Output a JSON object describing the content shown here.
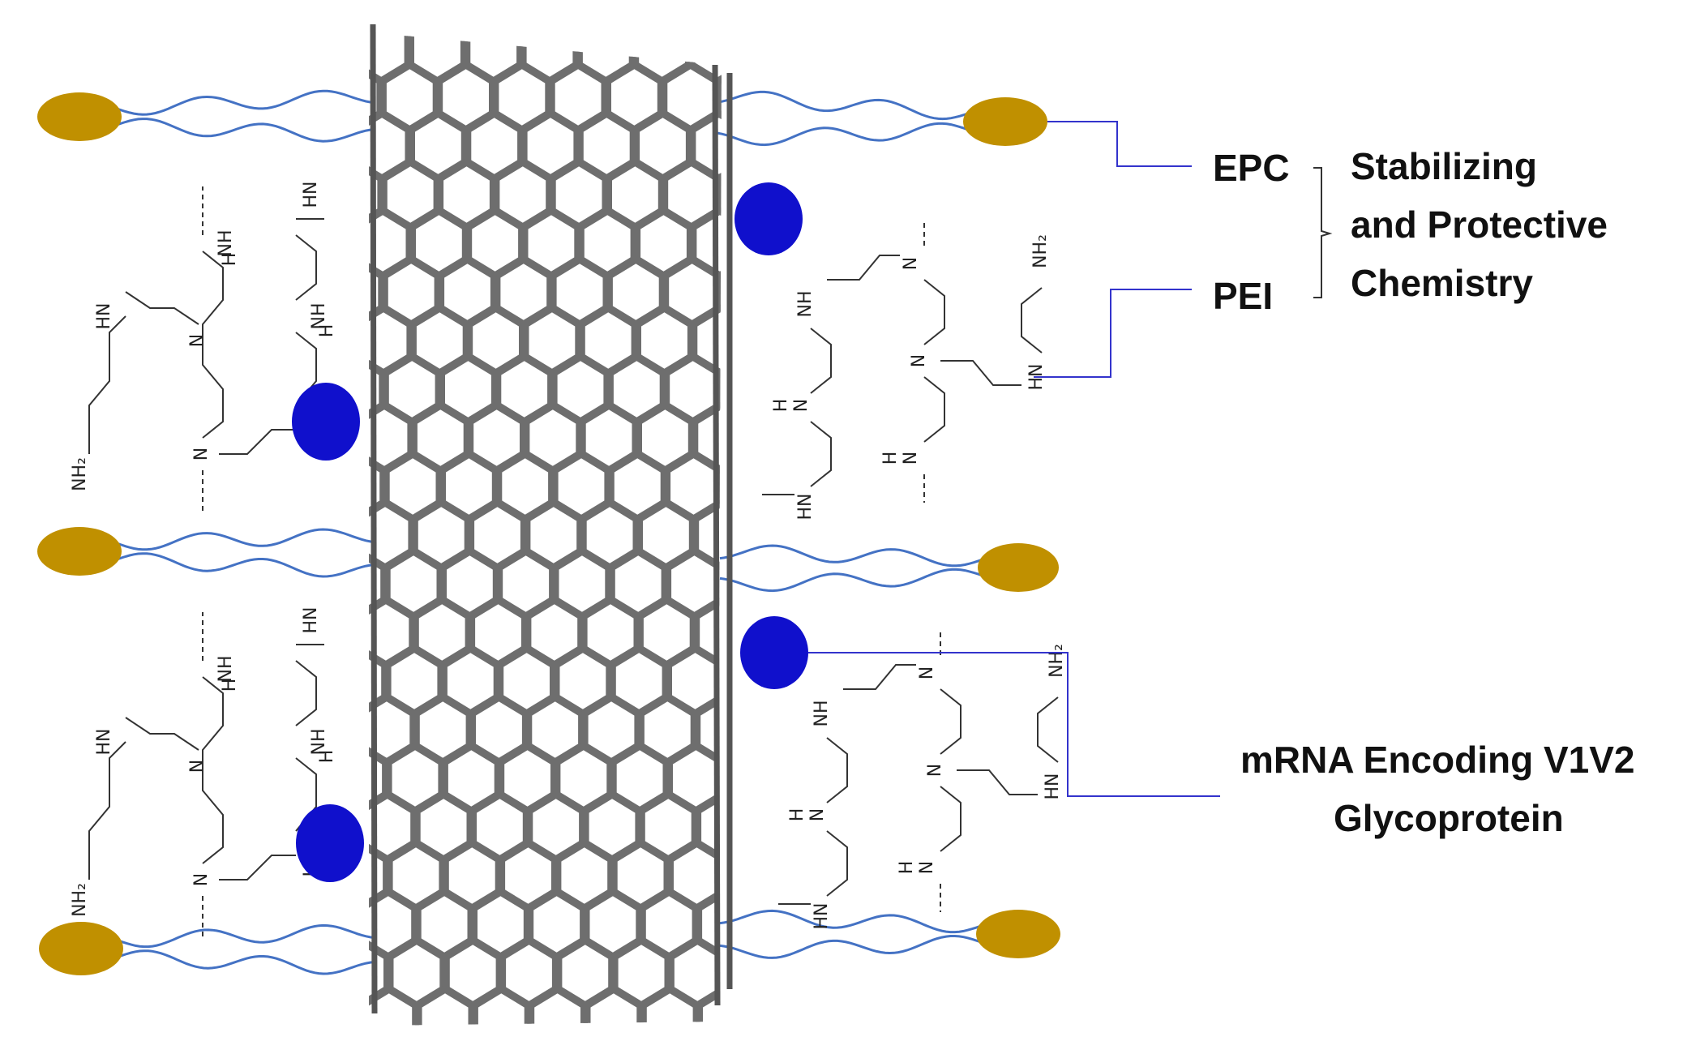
{
  "labels": {
    "epc": "EPC",
    "pei": "PEI",
    "stabilizing": [
      "Stabilizing",
      "and Protective",
      "Chemistry"
    ],
    "mrna": [
      "mRNA Encoding V1V2",
      "Glycoprotein"
    ]
  },
  "pei_atoms": {
    "nh": "NH",
    "hn": "HN",
    "n": "N",
    "h": "H",
    "nh2": "NH₂"
  },
  "colors": {
    "lipid_head": "#C09000",
    "lipid_tail": "#4472C4",
    "mrna": "#1010CC",
    "leader": "#3333CC",
    "nanotube": "#6e6e6e",
    "text": "#111111"
  },
  "icons": {
    "lipid": "ellipse-head-with-wavy-tails",
    "mrna": "blue-ellipse",
    "nanotube": "hexagonal-lattice-tube"
  }
}
